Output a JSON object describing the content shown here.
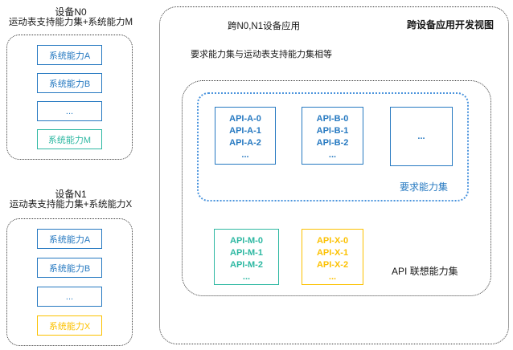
{
  "colors": {
    "blue": "#2679c1",
    "teal": "#2eb8a2",
    "yellow": "#fcc100",
    "dashed_border": "#3a3a3a",
    "blue_dashed_border": "#4b94dd"
  },
  "device_n0": {
    "title": "设备N0",
    "subtitle": "运动表支持能力集+系统能力M",
    "capabilities": [
      {
        "label": "系统能力A",
        "variant": "blue"
      },
      {
        "label": "系统能力B",
        "variant": "blue"
      },
      {
        "label": "...",
        "variant": "blue"
      },
      {
        "label": "系统能力M",
        "variant": "teal"
      }
    ]
  },
  "device_n1": {
    "title": "设备N1",
    "subtitle": "运动表支持能力集+系统能力X",
    "capabilities": [
      {
        "label": "系统能力A",
        "variant": "blue"
      },
      {
        "label": "系统能力B",
        "variant": "blue"
      },
      {
        "label": "...",
        "variant": "blue"
      },
      {
        "label": "系统能力X",
        "variant": "yellow"
      }
    ]
  },
  "dev_view": {
    "view_title": "跨设备应用开发视图",
    "app_title": "跨N0,N1设备应用",
    "note": "要求能力集与运动表支持能力集相等",
    "required_set": {
      "label": "要求能力集",
      "api_groups": [
        {
          "name": "API-A",
          "lines": [
            "API-A-0",
            "API-A-1",
            "API-A-2",
            "..."
          ]
        },
        {
          "name": "API-B",
          "lines": [
            "API-B-0",
            "API-B-1",
            "API-B-2",
            "..."
          ]
        },
        {
          "name": "more",
          "lines": [
            "..."
          ]
        }
      ]
    },
    "association_set": {
      "label": "API 联想能力集",
      "api_groups": [
        {
          "name": "API-M",
          "variant": "teal",
          "lines": [
            "API-M-0",
            "API-M-1",
            "API-M-2",
            "..."
          ]
        },
        {
          "name": "API-X",
          "variant": "yellow",
          "lines": [
            "API-X-0",
            "API-X-1",
            "API-X-2",
            "..."
          ]
        }
      ]
    }
  }
}
